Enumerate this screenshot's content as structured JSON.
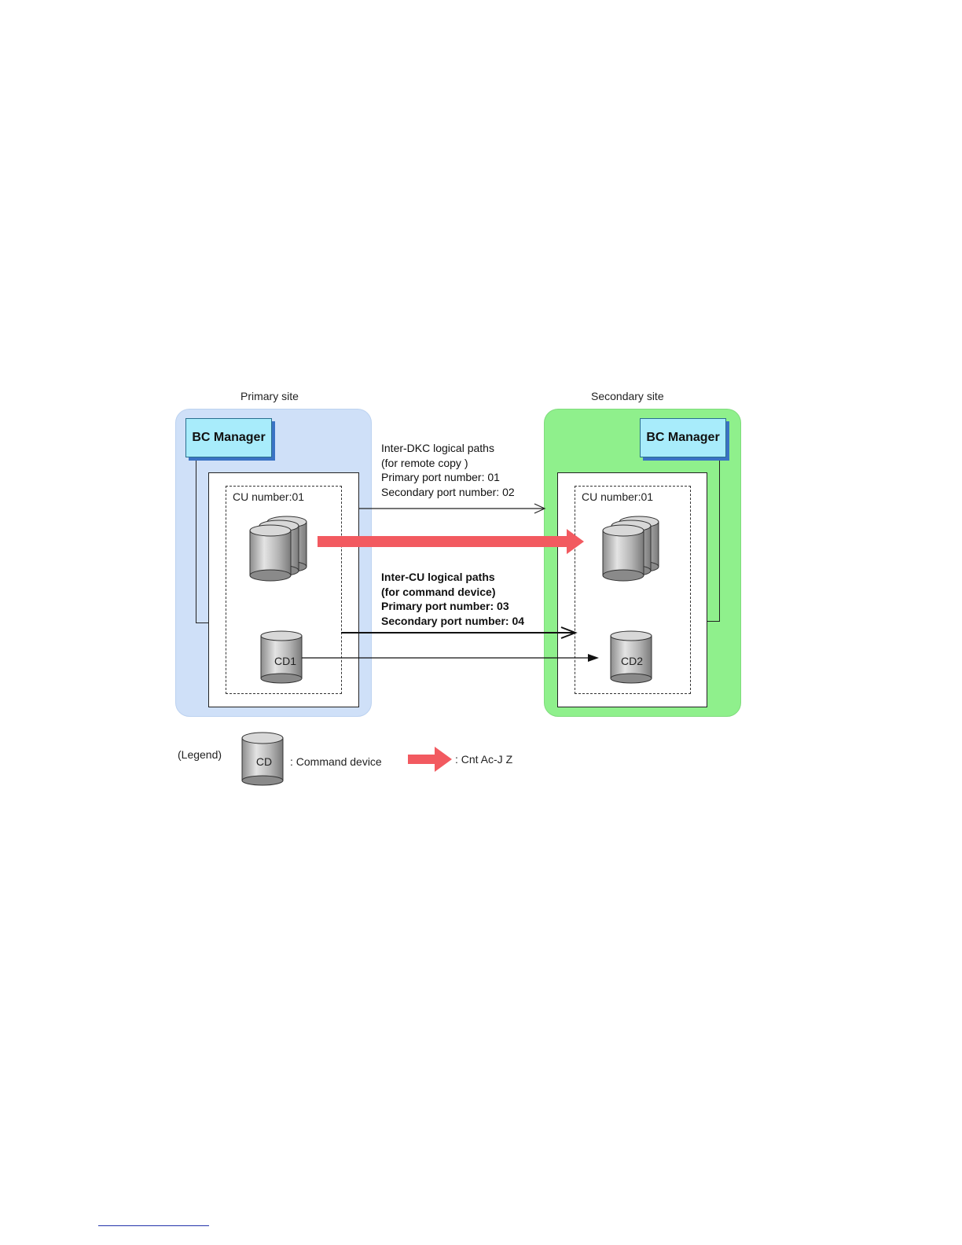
{
  "diagram": {
    "primary_site": {
      "label": "Primary site",
      "bc_manager": "BC Manager",
      "cu_label": "CU number:01",
      "command_device": "CD1"
    },
    "secondary_site": {
      "label": "Secondary site",
      "bc_manager": "BC Manager",
      "cu_label": "CU number:01",
      "command_device": "CD2"
    },
    "inter_dkc_paths": {
      "lines": [
        "Inter-DKC logical paths",
        "(for remote copy )",
        "Primary port number: 01",
        "Secondary port number: 02"
      ]
    },
    "inter_cu_paths": {
      "lines": [
        "Inter-CU logical paths",
        "(for command device)",
        "Primary port number: 03",
        "Secondary port number: 04"
      ]
    },
    "legend": {
      "title": "(Legend)",
      "cd_symbol": "CD",
      "cd_text": ": Command device",
      "arrow_text": ": Cnt Ac-J Z"
    },
    "colors": {
      "primary_panel": "#cfe0f8",
      "secondary_panel": "#8ff08c",
      "copy_arrow": "#f25a60",
      "bc_manager": "#a8ecfb"
    }
  }
}
